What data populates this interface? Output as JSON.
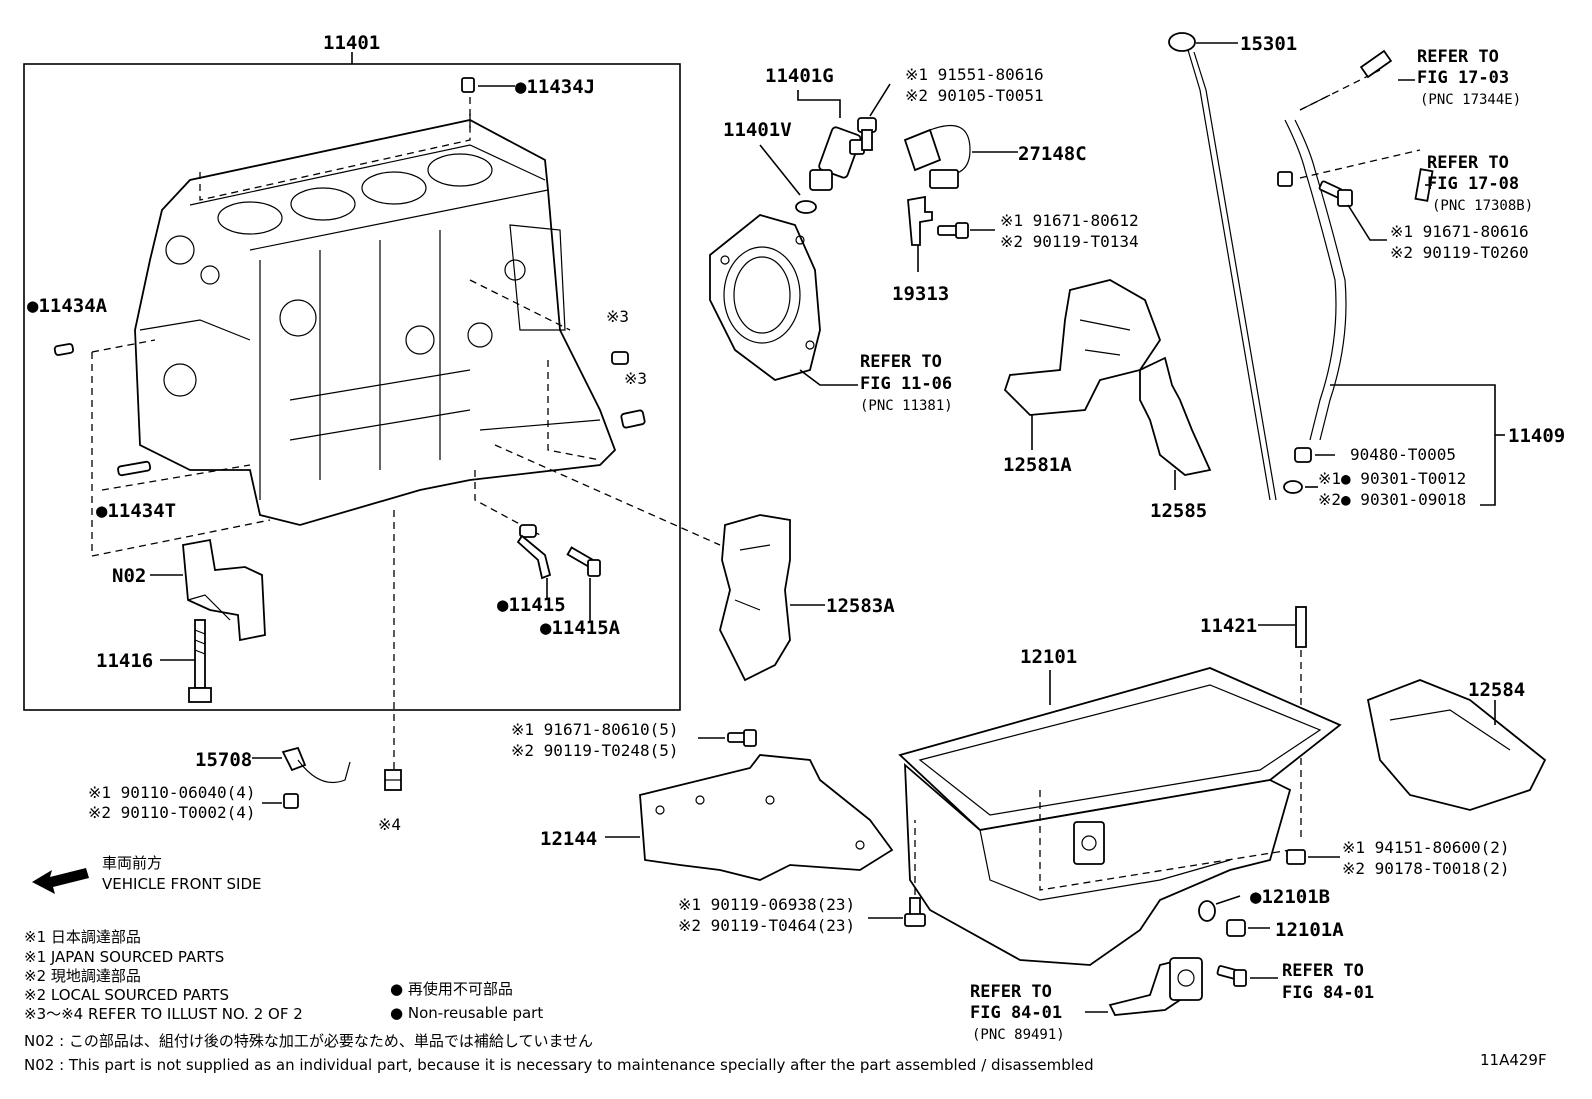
{
  "labels": {
    "p11401": "11401",
    "p11434J": "●11434J",
    "p11434A": "●11434A",
    "p11434T": "●11434T",
    "p11415": "●11415",
    "p11415A": "●11415A",
    "pN02": "N02",
    "p11416": "11416",
    "s3a": "※3",
    "s3b": "※3",
    "s4": "※4",
    "p11401G": "11401G",
    "p11401V": "11401V",
    "b1a": "※1 91551-80616",
    "b1b": "※2 90105-T0051",
    "p27148C": "27148C",
    "b2a": "※1 91671-80612",
    "b2b": "※2 90119-T0134",
    "p19313": "19313",
    "ref1106_1": "REFER TO",
    "ref1106_2": "FIG 11-06",
    "ref1106_3": "(PNC 11381)",
    "p15301": "15301",
    "ref1703_1": "REFER TO",
    "ref1703_2": "FIG 17-03",
    "ref1703_3": "(PNC 17344E)",
    "ref1708_1": "REFER TO",
    "ref1708_2": "FIG 17-08",
    "ref1708_3": "(PNC 17308B)",
    "b3a": "※1 91671-80616",
    "b3b": "※2 90119-T0260",
    "p11409": "11409",
    "g1": "90480-T0005",
    "g2": "※1● 90301-T0012",
    "g3": "※2● 90301-09018",
    "p12581A": "12581A",
    "p12585": "12585",
    "p12583A": "12583A",
    "p11421": "11421",
    "p12101": "12101",
    "p12584": "12584",
    "b4a": "※1 91671-80610(5)",
    "b4b": "※2 90119-T0248(5)",
    "p15708": "15708",
    "b5a": "※1 90110-06040(4)",
    "b5b": "※2 90110-T0002(4)",
    "p12144": "12144",
    "b6a": "※1 94151-80600(2)",
    "b6b": "※2 90178-T0018(2)",
    "p12101B": "●12101B",
    "p12101A": "12101A",
    "b7a": "※1 90119-06938(23)",
    "b7b": "※2 90119-T0464(23)",
    "ref8401a_1": "REFER TO",
    "ref8401a_2": "FIG 84-01",
    "ref8401a_3": "(PNC 89491)",
    "ref8401b_1": "REFER TO",
    "ref8401b_2": "FIG 84-01"
  },
  "notes": {
    "front_jp": "車両前方",
    "front_en": "VEHICLE FRONT SIDE",
    "n1": "※1  日本調達部品",
    "n2": "※1  JAPAN SOURCED PARTS",
    "n3": "※2  現地調達部品",
    "n4": "※2  LOCAL SOURCED PARTS",
    "n5": "※3〜※4  REFER TO ILLUST NO. 2 OF 2",
    "nr_jp": "● 再使用不可部品",
    "nr_en": "● Non-reusable part",
    "n02_jp": "N02 : この部品は、組付け後の特殊な加工が必要なため、単品では補給していません",
    "n02_en": "N02 : This part is not supplied as an individual part, because it is necessary to maintenance specially after the part assembled / disassembled",
    "code": "11A429F"
  }
}
